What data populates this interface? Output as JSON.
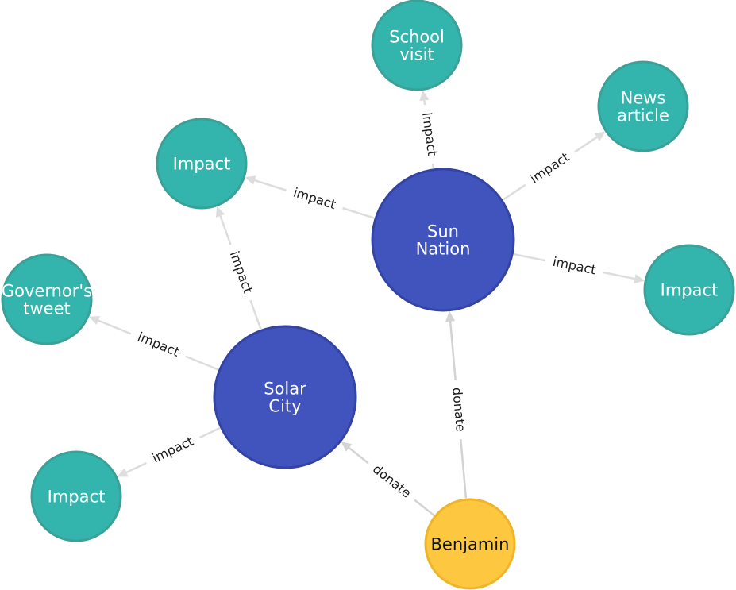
{
  "colors": {
    "donor": "#fdc83f",
    "donor_stroke": "#f0b429",
    "organization": "#4154bd",
    "organization_stroke": "#3344a4",
    "impact": "#33b5ad",
    "impact_stroke": "#3ba097",
    "impact_edge": "#dddddd",
    "donate_edge": "#d3d3d3",
    "dark_text": "#111111",
    "light_text": "#ffffff"
  },
  "nodes": [
    {
      "id": "benjamin",
      "lines": [
        "Benjamin"
      ],
      "kind": "donor"
    },
    {
      "id": "sun-nation",
      "lines": [
        "Sun",
        "Nation"
      ],
      "kind": "organization"
    },
    {
      "id": "solar-city",
      "lines": [
        "Solar",
        "City"
      ],
      "kind": "organization"
    },
    {
      "id": "school-visit",
      "lines": [
        "School",
        "visit"
      ],
      "kind": "impact"
    },
    {
      "id": "news-article",
      "lines": [
        "News",
        "article"
      ],
      "kind": "impact"
    },
    {
      "id": "impact-a",
      "lines": [
        "Impact"
      ],
      "kind": "impact"
    },
    {
      "id": "impact-b",
      "lines": [
        "Impact"
      ],
      "kind": "impact"
    },
    {
      "id": "governors-tweet",
      "lines": [
        "Governor's",
        "tweet"
      ],
      "kind": "impact"
    },
    {
      "id": "impact-c",
      "lines": [
        "Impact"
      ],
      "kind": "impact"
    }
  ],
  "edges": [
    {
      "from": "benjamin",
      "to": "sun-nation",
      "label": "donate"
    },
    {
      "from": "benjamin",
      "to": "solar-city",
      "label": "donate"
    },
    {
      "from": "sun-nation",
      "to": "school-visit",
      "label": "impact"
    },
    {
      "from": "sun-nation",
      "to": "news-article",
      "label": "impact"
    },
    {
      "from": "sun-nation",
      "to": "impact-a",
      "label": "impact"
    },
    {
      "from": "sun-nation",
      "to": "impact-b",
      "label": "impact"
    },
    {
      "from": "solar-city",
      "to": "impact-a",
      "label": "impact"
    },
    {
      "from": "solar-city",
      "to": "governors-tweet",
      "label": "impact"
    },
    {
      "from": "solar-city",
      "to": "impact-c",
      "label": "impact"
    }
  ]
}
